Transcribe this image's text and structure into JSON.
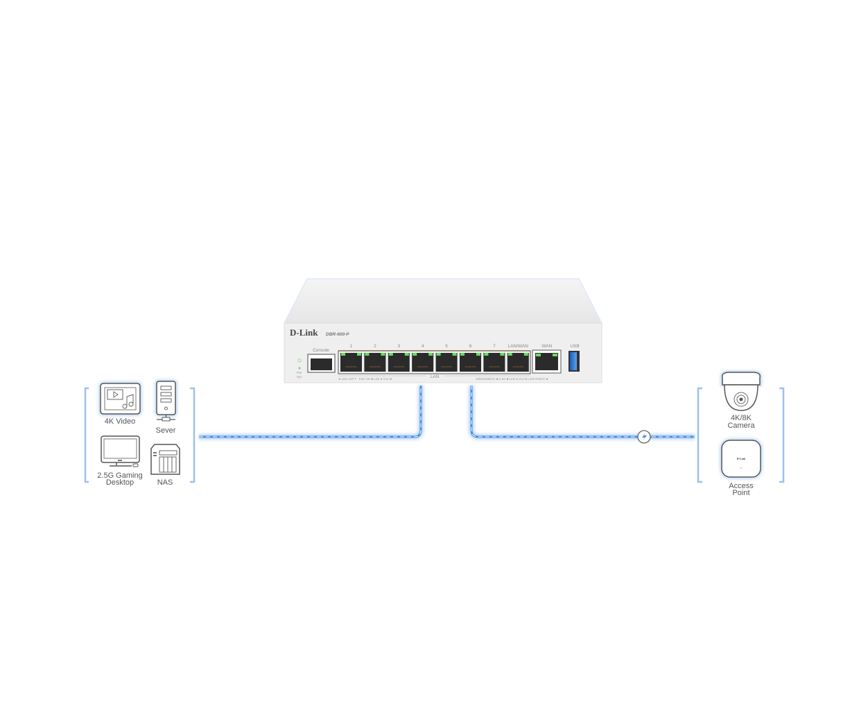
{
  "router": {
    "brand": "D-Link",
    "model": "DBR-600-P",
    "console_label": "Console",
    "lan_ports": [
      "1",
      "2",
      "3",
      "4",
      "5",
      "6",
      "7",
      "LAN/WAN"
    ],
    "wan_label": "WAN",
    "usb_label": "USB",
    "lan_group_label": "LAN",
    "pwr_label": "Pwr",
    "sys_label": "Sys",
    "legend_left": "◄ LED LEFT · PoE OK ■ Link ● /Act ⊕",
    "legend_right": "10M/100M/1G ■ 2.5G ■ Link ● /Act ⊕ LED RIGHT ►"
  },
  "left_devices": [
    {
      "label": "4K Video",
      "icon": "video-monitor-icon"
    },
    {
      "label": "Sever",
      "icon": "server-tower-icon"
    },
    {
      "label1": "2.5G Gaming",
      "label2": "Desktop",
      "icon": "desktop-monitor-icon"
    },
    {
      "label": "NAS",
      "icon": "nas-icon"
    }
  ],
  "right_devices": [
    {
      "label1": "4K/8K",
      "label2": "Camera",
      "icon": "dome-camera-icon"
    },
    {
      "label1": "Access",
      "label2": "Point",
      "icon": "access-point-icon",
      "brand": "D-Link"
    }
  ],
  "colors": {
    "link": "#4a8fe0",
    "glow": "#bcd6f7",
    "led": "#5fe05a",
    "bracket": "#9cc0ee"
  }
}
